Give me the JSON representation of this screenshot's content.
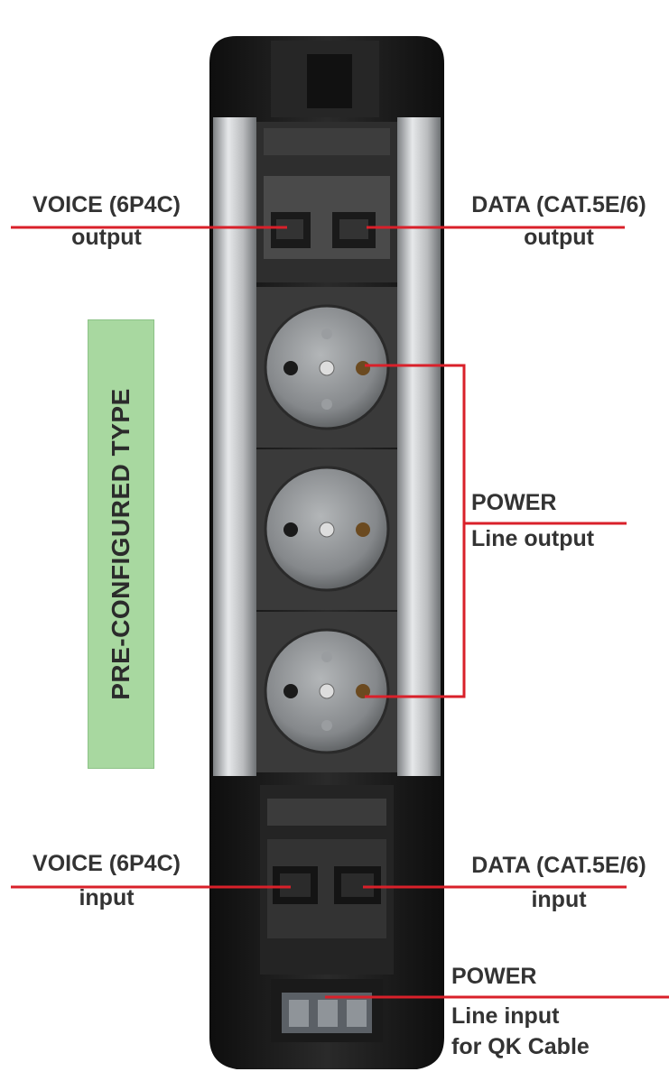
{
  "labels": {
    "voice_output_title": "VOICE (6P4C)",
    "voice_output_sub": "output",
    "data_output_title": "DATA (CAT.5E/6)",
    "data_output_sub": "output",
    "power_output_title": "POWER",
    "power_output_sub": "Line output",
    "voice_input_title": "VOICE (6P4C)",
    "voice_input_sub": "input",
    "data_input_title": "DATA (CAT.5E/6)",
    "data_input_sub": "input",
    "power_input_title": "POWER",
    "power_input_sub1": "Line input",
    "power_input_sub2": "for QK Cable"
  },
  "badge": {
    "text": "PRE-CONFIGURED TYPE",
    "color": "#a8d8a0"
  },
  "colors": {
    "callout_line": "#d9202a",
    "label_text": "#333333",
    "housing": "#1c1c1c",
    "aluminium": "#c9cbcd",
    "socket": "#8a8d90"
  }
}
